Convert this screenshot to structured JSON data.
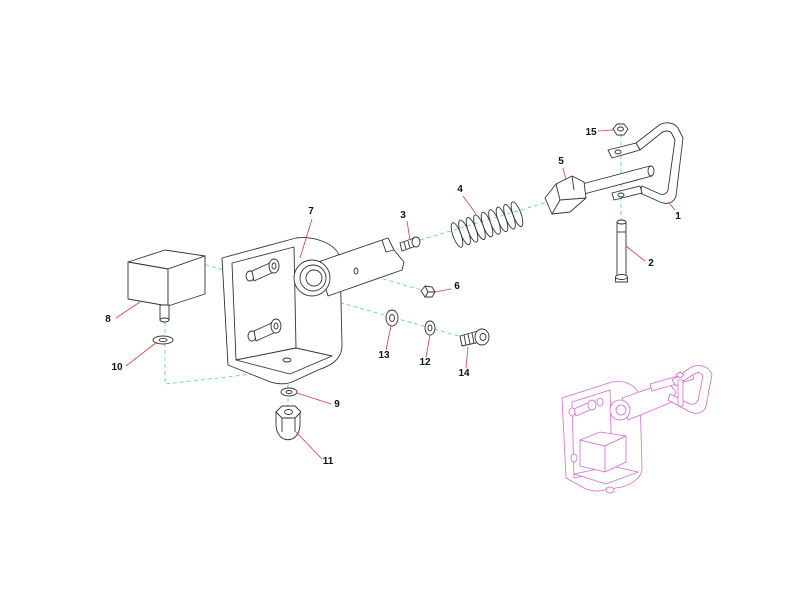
{
  "callouts": [
    "1",
    "2",
    "3",
    "4",
    "5",
    "6",
    "7",
    "8",
    "9",
    "10",
    "11",
    "12",
    "13",
    "14",
    "15"
  ],
  "colors": {
    "line": "#333333",
    "leader": "#d43c3c",
    "axis": "#56c5d6",
    "assembled": "#d46ad6"
  }
}
